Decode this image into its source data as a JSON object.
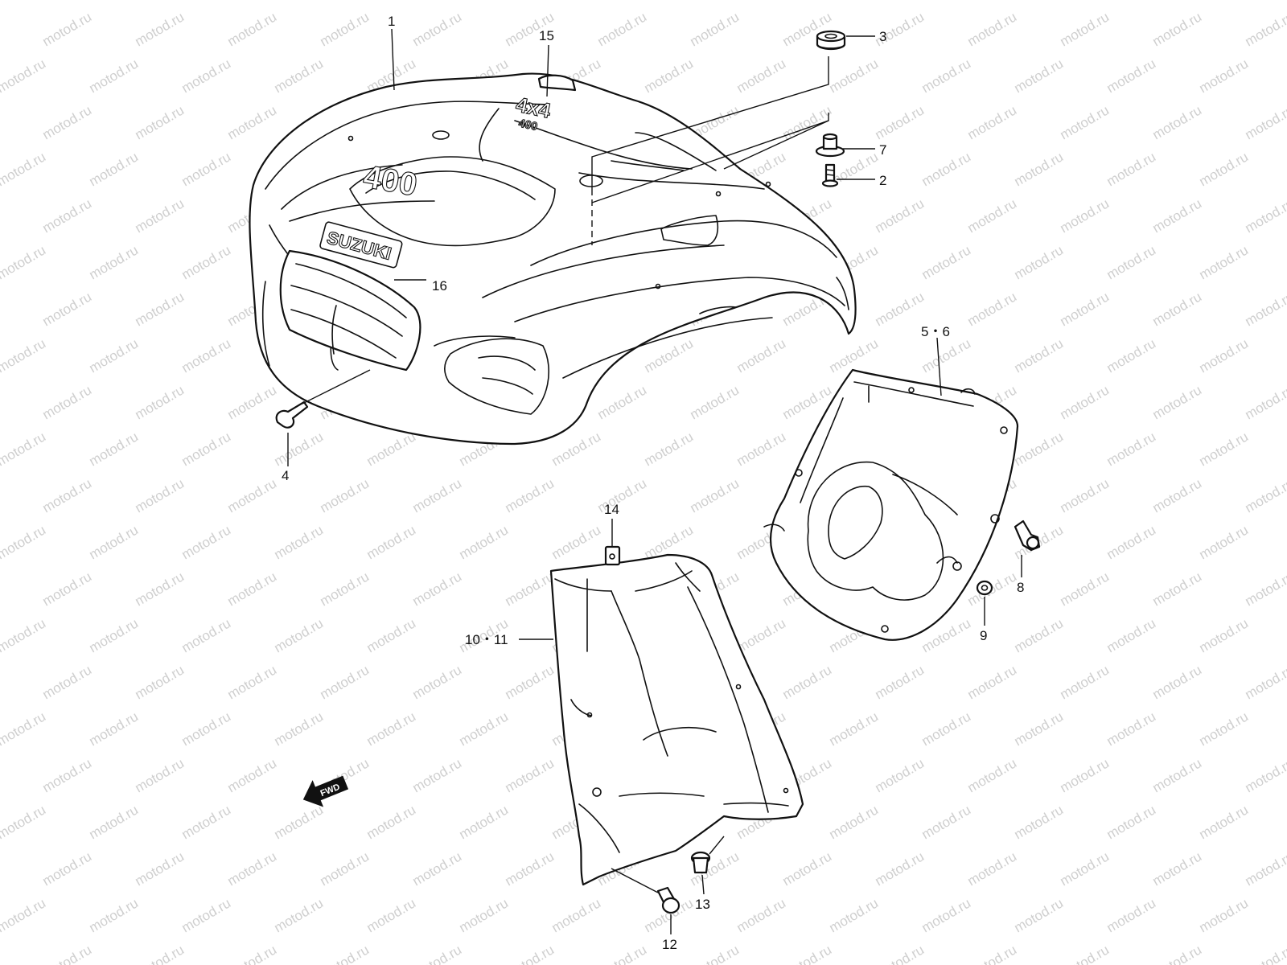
{
  "watermark": "motod.ru",
  "callouts": {
    "c1": "1",
    "c2": "2",
    "c3": "3",
    "c4": "4",
    "c56": "5・6",
    "c7": "7",
    "c8": "8",
    "c9": "9",
    "c1011": "10・11",
    "c12": "12",
    "c13": "13",
    "c14": "14",
    "c15": "15",
    "c16": "16"
  },
  "emblems": {
    "brand": "SUZUKI",
    "model_top": "4x4",
    "model_bottom": "400",
    "hood": "400"
  },
  "direction_arrow": "FWD"
}
